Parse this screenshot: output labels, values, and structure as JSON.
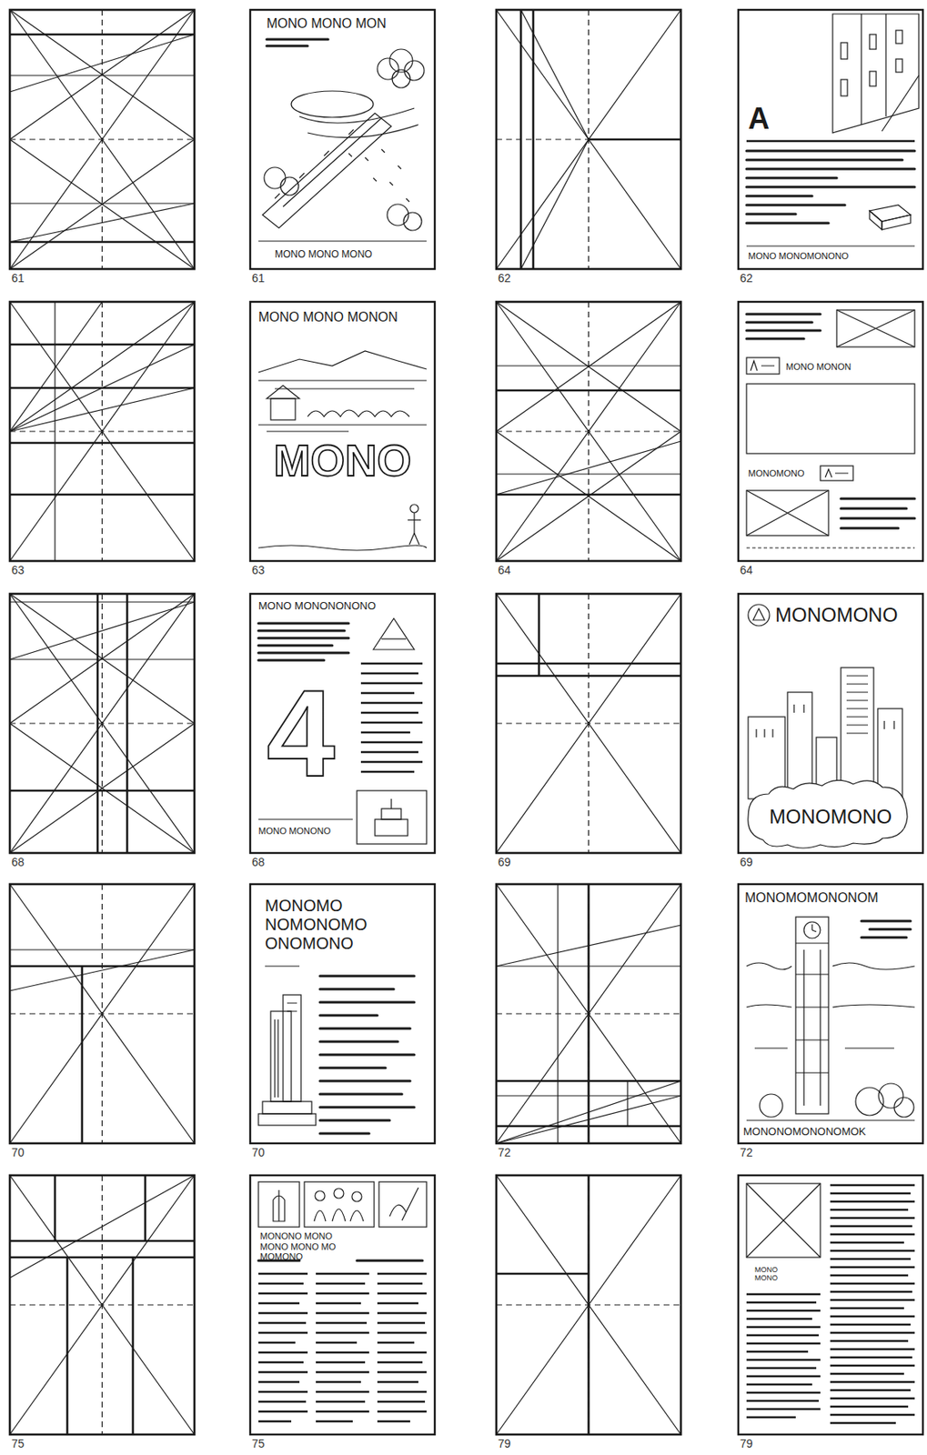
{
  "diagram": {
    "labels": [
      "61",
      "MONO MONO MON",
      "MONO MONO MONO",
      "61",
      "62",
      "A",
      "MONO MONOMONONO",
      "62",
      "63",
      "MONO MONO MONON",
      "MONO",
      "63",
      "64",
      "MONO MONON",
      "MONOMONO",
      "64",
      "68",
      "MONO MONONONONO",
      "4",
      "MONO MONONO",
      "68",
      "69",
      "MONOMONO",
      "MONOMONO",
      "69",
      "70",
      "MONOMO NOMONOMO ONOMONO",
      "70",
      "72",
      "MONOMOMONONOM",
      "MONONOMONONOMOK",
      "72",
      "75",
      "MONONO MONO MONO MONO MO MOMONO",
      "75",
      "79",
      "MONO MONO",
      "79"
    ]
  }
}
